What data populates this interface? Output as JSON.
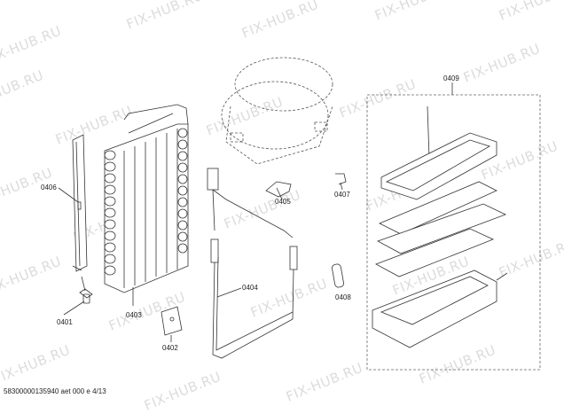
{
  "watermark": "FIX-HUB.RU",
  "parts": {
    "p0401": "0401",
    "p0402": "0402",
    "p0403": "0403",
    "p0404": "0404",
    "p0405": "0405",
    "p0406": "0406",
    "p0407": "0407",
    "p0408": "0408",
    "p0409": "0409"
  },
  "footer": "58300000135940 aet 000 e 4/13",
  "colors": {
    "line": "#333333",
    "watermark": "#dcdcdc",
    "background": "#ffffff"
  }
}
